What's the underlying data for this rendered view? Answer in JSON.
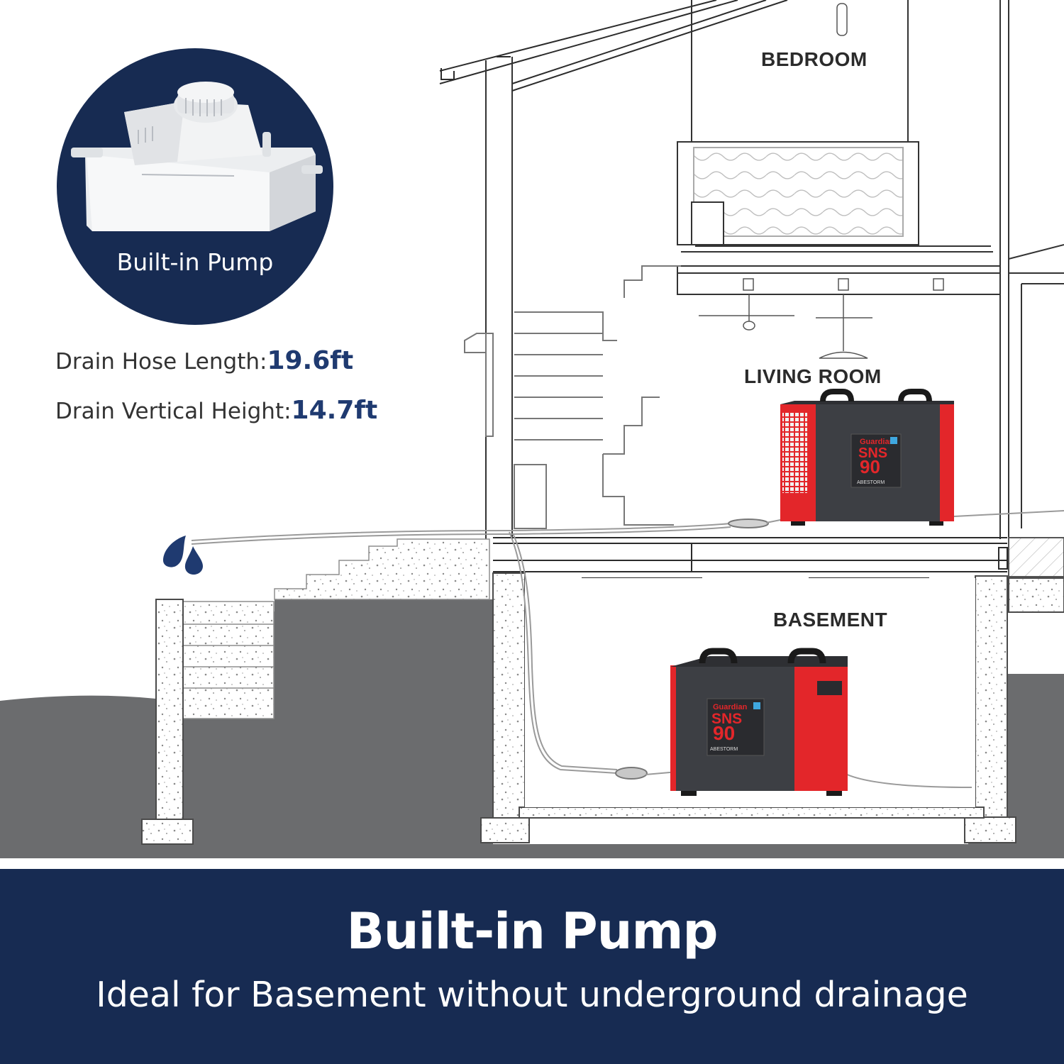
{
  "rooms": {
    "bedroom": "BEDROOM",
    "living_room": "LIVING ROOM",
    "basement": "BASEMENT"
  },
  "pump_badge": {
    "caption": "Built-in Pump"
  },
  "specs": [
    {
      "label": "Drain Hose Length:",
      "value": "19.6ft"
    },
    {
      "label": "Drain Vertical Height:",
      "value": "14.7ft"
    }
  ],
  "banner": {
    "title": "Built-in Pump",
    "subtitle": "Ideal for Basement without underground drainage"
  },
  "device": {
    "brand_line": "Guardian",
    "model_line_1": "SNS",
    "model_line_2": "90",
    "maker": "ABESTORM"
  },
  "colors": {
    "navy": "#172b52",
    "accent_blue": "#1f3a70",
    "device_red": "#e3262a",
    "device_body": "#3d3f44",
    "ground": "#6b6c6e"
  }
}
